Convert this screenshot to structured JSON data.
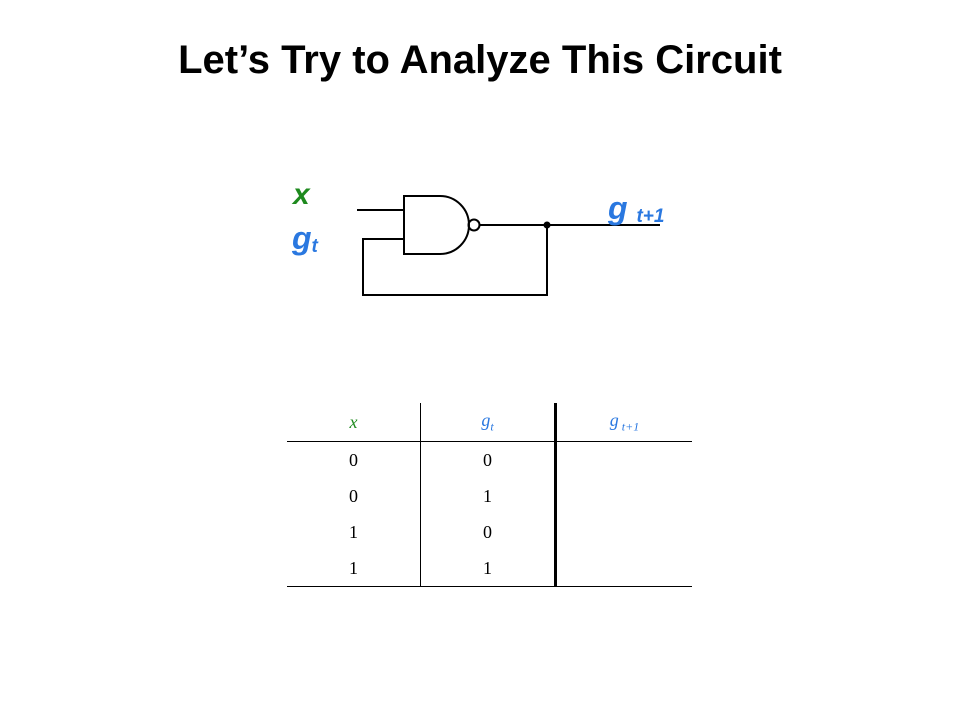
{
  "title": "Let’s Try to Analyze This Circuit",
  "circuit": {
    "gate": "NAND",
    "input_label_x": "x",
    "input_label_g": "g",
    "input_label_g_sub": "t",
    "output_label_g": "g",
    "output_label_g_sub": "t+1"
  },
  "table": {
    "headers": [
      {
        "main": "x",
        "sub": ""
      },
      {
        "main": "g",
        "sub": "t"
      },
      {
        "main": "g",
        "sub": " t+1"
      }
    ],
    "rows": [
      [
        "0",
        "0",
        ""
      ],
      [
        "0",
        "1",
        ""
      ],
      [
        "1",
        "0",
        ""
      ],
      [
        "1",
        "1",
        ""
      ]
    ]
  },
  "colors": {
    "x_label": "#1e8a1e",
    "g_label": "#2a78e0",
    "title": "#000000"
  }
}
